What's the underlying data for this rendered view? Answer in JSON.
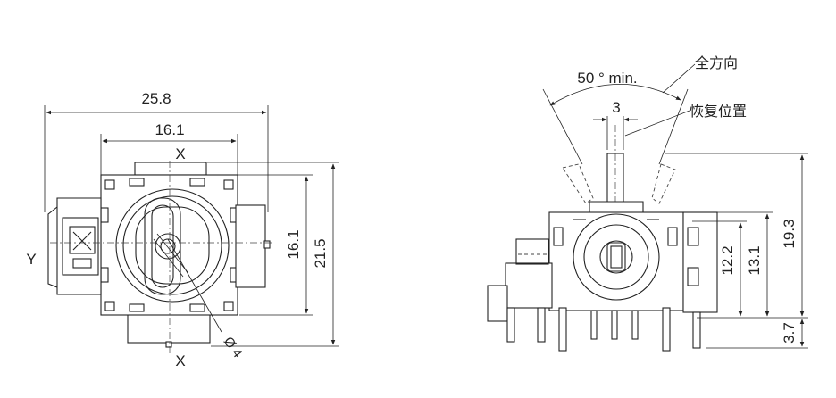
{
  "front_view": {
    "dim_overall_width": "25.8",
    "dim_body_width": "16.1",
    "dim_body_height": "16.1",
    "dim_overall_height": "21.5",
    "label_axis_x_top": "X",
    "label_axis_x_bottom": "X",
    "label_axis_y": "Y",
    "dim_diameter": "Ø 4"
  },
  "side_view": {
    "angle_label": "50 ° min.",
    "full_direction_label": "全方向",
    "reset_position_label": "恢复位置",
    "dim_shaft_width": "3",
    "dim_total_height": "19.3",
    "dim_body_height_a": "13.1",
    "dim_body_height_b": "12.2",
    "dim_pin_length": "3.7"
  }
}
